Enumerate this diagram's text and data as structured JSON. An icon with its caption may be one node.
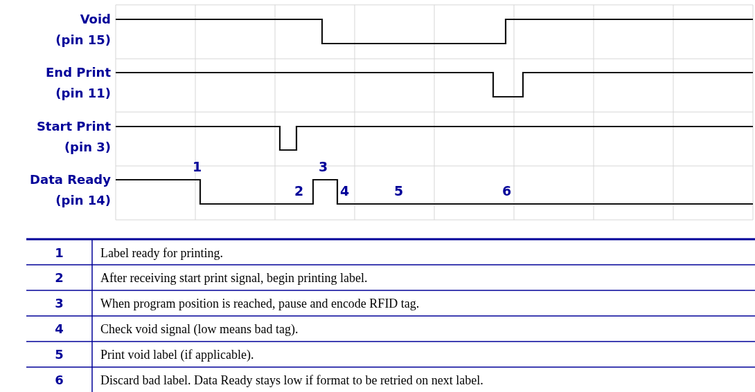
{
  "diagram": {
    "labels": [
      "Void (pin 15)",
      "End Print (pin 11)",
      "Start Print (pin 3)",
      "1",
      "3",
      "Data Ready (pin 14)",
      "2",
      "4",
      "5",
      "6",
      "1",
      "Label ready for printing.",
      "2",
      "After receiving start print signal, begin printing label.",
      "3",
      "When program position is reached, pause and encode RFID tag.",
      "4",
      "Check void signal (low means bad tag).",
      "5",
      "Print void label (if applicable).",
      "6",
      "Discard bad label. Data Ready stays low if format to be retried on next label."
    ]
  }
}
